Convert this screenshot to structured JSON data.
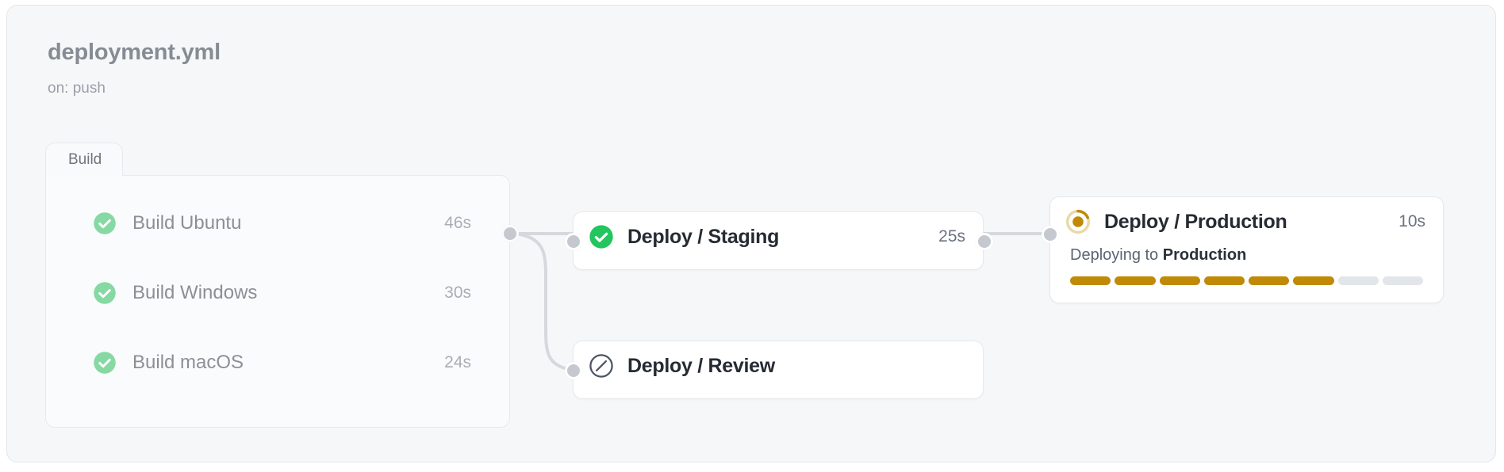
{
  "workflow": {
    "title": "deployment.yml",
    "trigger": "on: push"
  },
  "theme": {
    "page_bg": "#ffffff",
    "canvas_bg": "#f6f7f9",
    "border": "#e3e6ea",
    "node_bg": "#ffffff",
    "success_muted": "#86d9a2",
    "success": "#22c55e",
    "running": "#c08a06",
    "running_track": "#e9d9a6",
    "skipped": "#4b5563",
    "edge": "#d5d9de",
    "dot": "#c5c9cf",
    "progress_empty": "#e2e5e9"
  },
  "group": {
    "tab_label": "Build",
    "jobs": [
      {
        "name": "Build Ubuntu",
        "duration": "46s",
        "status": "success",
        "icon": "check-circle-icon"
      },
      {
        "name": "Build Windows",
        "duration": "30s",
        "status": "success",
        "icon": "check-circle-icon"
      },
      {
        "name": "Build macOS",
        "duration": "24s",
        "status": "success",
        "icon": "check-circle-icon"
      }
    ]
  },
  "nodes": {
    "staging": {
      "title": "Deploy / Staging",
      "duration": "25s",
      "status": "success",
      "icon": "check-circle-icon"
    },
    "review": {
      "title": "Deploy / Review",
      "duration": "",
      "status": "skipped",
      "icon": "skipped-circle-icon"
    },
    "production": {
      "title": "Deploy / Production",
      "duration": "10s",
      "status": "running",
      "icon": "running-spinner-icon",
      "progress_text_prefix": "Deploying to ",
      "progress_text_target": "Production",
      "progress_segments_total": 8,
      "progress_segments_filled": 6
    }
  },
  "edges": [
    {
      "from": "build-group",
      "to": "staging",
      "kind": "straight"
    },
    {
      "from": "build-group",
      "to": "review",
      "kind": "curved"
    },
    {
      "from": "staging",
      "to": "production",
      "kind": "straight"
    }
  ]
}
